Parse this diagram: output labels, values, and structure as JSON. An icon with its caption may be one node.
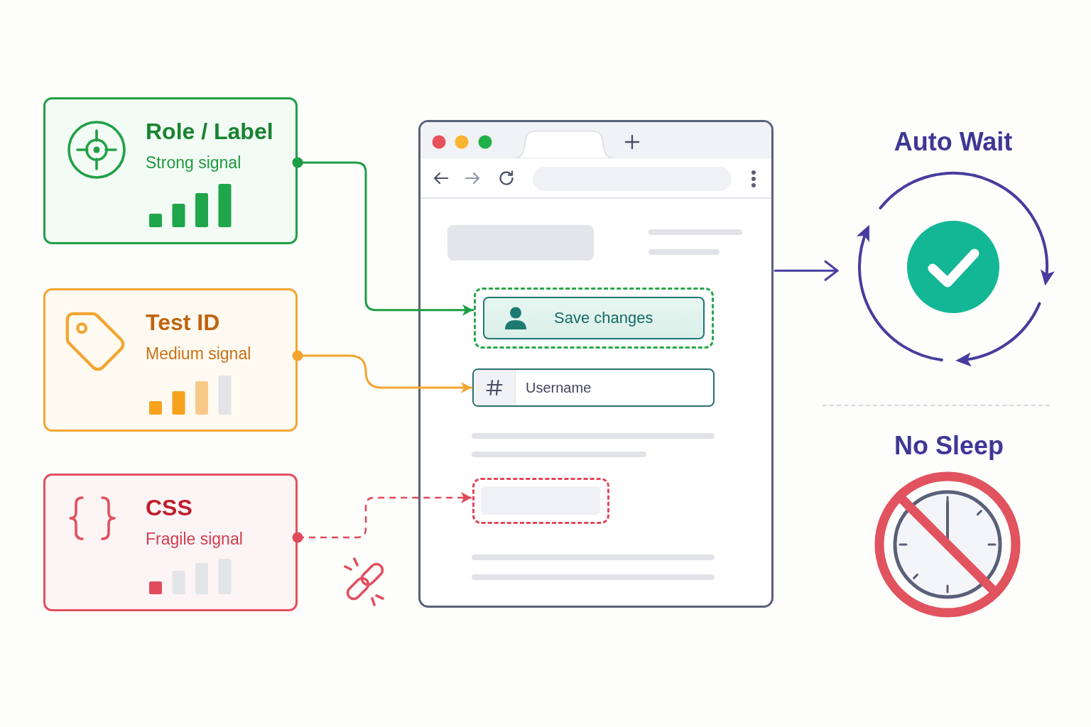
{
  "diagram": {
    "nodes": [
      {
        "text": [
          "Role / Label",
          "Strong signal"
        ]
      },
      {
        "text": [
          "Test ID",
          "Medium signal"
        ]
      },
      {
        "text": [
          "CSS",
          "Fragile signal"
        ]
      },
      {
        "text": [],
        "shape": "box"
      },
      {
        "text": [],
        "shape": "box",
        "in": 3
      },
      {
        "text": [],
        "shape": "box",
        "in": 3
      },
      {
        "text": [],
        "shape": "box",
        "in": 3
      },
      {
        "text": [
          "Save changes"
        ],
        "in": 6
      },
      {
        "text": [
          "Username"
        ],
        "in": 3
      },
      {
        "text": [],
        "shape": "box",
        "in": 3
      },
      {
        "text": [],
        "shape": "box",
        "in": 9
      },
      {
        "text": [
          "Auto Wait"
        ]
      },
      {
        "text": [
          "No Sleep"
        ]
      }
    ],
    "edges": [
      {
        "from": 0,
        "to": 6,
        "arrow": "to",
        "color": "#1e9e45"
      },
      {
        "from": 1,
        "to": 8,
        "arrow": "to",
        "color": "#f2a530"
      },
      {
        "from": 2,
        "to": 9,
        "arrow": "to",
        "style": "dashed",
        "color": "#e04a5a"
      },
      {
        "from": 3,
        "to": 11,
        "arrow": "to",
        "color": "#4a3fa3"
      }
    ]
  }
}
